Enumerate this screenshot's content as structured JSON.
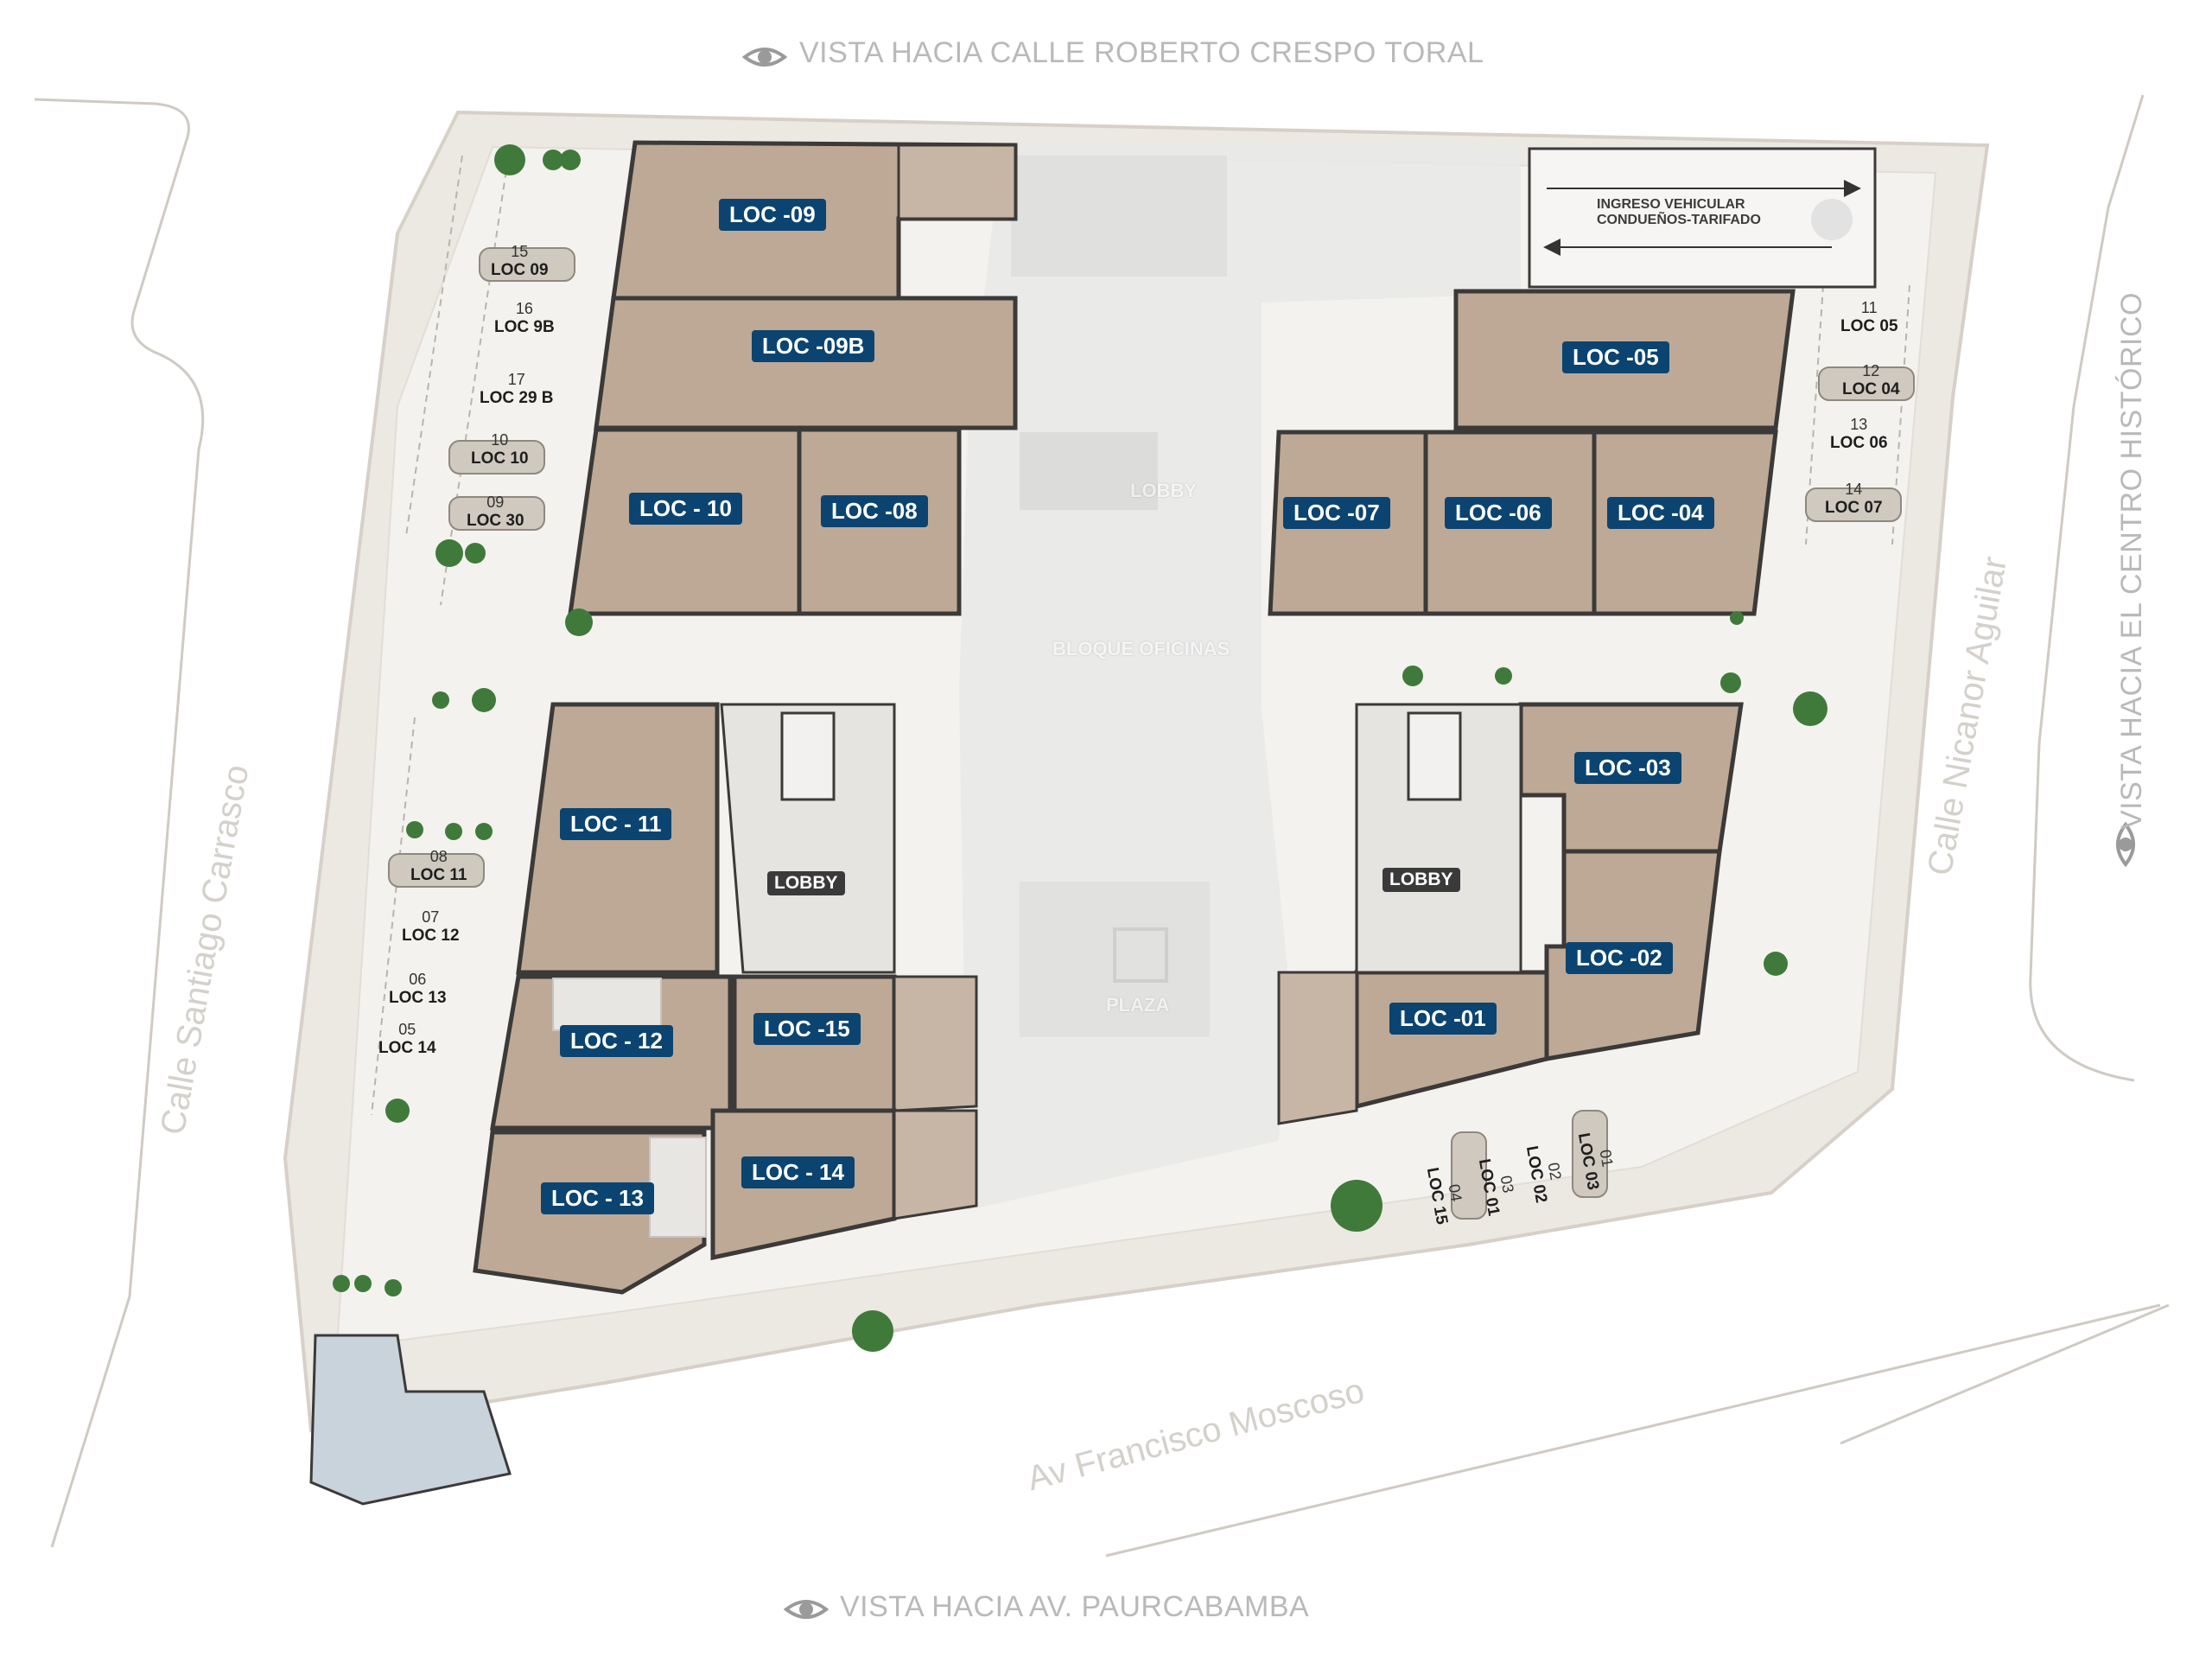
{
  "views": {
    "top": "VISTA HACIA CALLE ROBERTO CRESPO TORAL",
    "bottom": "VISTA HACIA AV. PAURCABAMBA",
    "right": "VISTA HACIA EL CENTRO HISTÓRICO"
  },
  "streets": {
    "left": "Calle Santiago Carrasco",
    "right": "Calle Nicanor Aguilar",
    "bottom": "Av Francisco Moscoso"
  },
  "locales": {
    "loc09": "LOC -09",
    "loc09b": "LOC -09B",
    "loc10": "LOC - 10",
    "loc08": "LOC -08",
    "loc05": "LOC -05",
    "loc07": "LOC -07",
    "loc06": "LOC -06",
    "loc04": "LOC -04",
    "loc03": "LOC -03",
    "loc02": "LOC -02",
    "loc01": "LOC -01",
    "loc11": "LOC - 11",
    "loc12": "LOC - 12",
    "loc15": "LOC -15",
    "loc14": "LOC - 14",
    "loc13": "LOC - 13"
  },
  "labels": {
    "lobby_left": "LOBBY",
    "lobby_right": "LOBBY",
    "lobby_center": "LOBBY",
    "bloque": "BLOQUE OFICINAS",
    "plaza": "PLAZA",
    "ingreso_line1": "INGRESO VEHICULAR",
    "ingreso_line2": "CONDUEÑOS-TARIFADO"
  },
  "parking_left": [
    {
      "num": "15",
      "loc": "LOC 09"
    },
    {
      "num": "16",
      "loc": "LOC 9B"
    },
    {
      "num": "17",
      "loc": "LOC 29 B"
    },
    {
      "num": "10",
      "loc": "LOC 10"
    },
    {
      "num": "09",
      "loc": "LOC 30"
    },
    {
      "num": "08",
      "loc": "LOC 11"
    },
    {
      "num": "07",
      "loc": "LOC 12"
    },
    {
      "num": "06",
      "loc": "LOC 13"
    },
    {
      "num": "05",
      "loc": "LOC 14"
    }
  ],
  "parking_right": [
    {
      "num": "11",
      "loc": "LOC 05"
    },
    {
      "num": "12",
      "loc": "LOC 04"
    },
    {
      "num": "13",
      "loc": "LOC 06"
    },
    {
      "num": "14",
      "loc": "LOC 07"
    }
  ],
  "parking_bottom": [
    {
      "num": "04",
      "loc": "LOC 15"
    },
    {
      "num": "03",
      "loc": "LOC 01"
    },
    {
      "num": "02",
      "loc": "LOC 02"
    },
    {
      "num": "01",
      "loc": "LOC 03"
    }
  ],
  "colors": {
    "unit_fill": "#bda996",
    "wall": "#3b3a38",
    "sidewalk": "#ebe7e1",
    "core": "#e8e7e5",
    "label_bg": "#0b4470",
    "pool": "#c8d3dc"
  }
}
